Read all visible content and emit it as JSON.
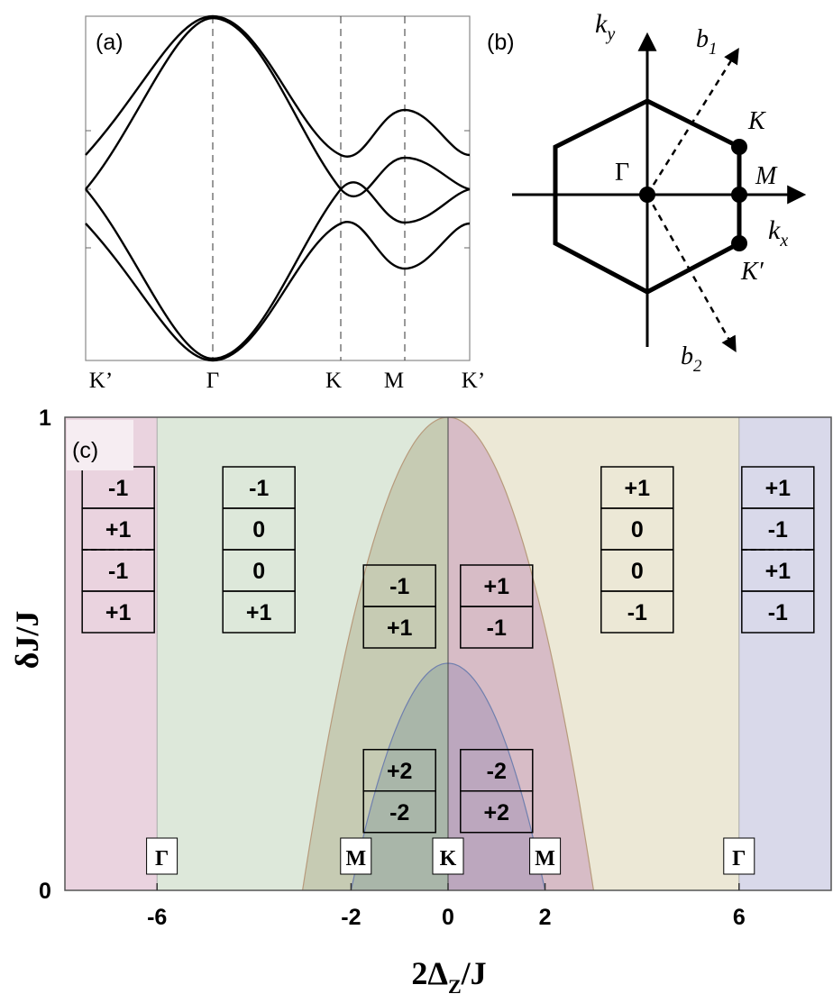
{
  "panel_a": {
    "label": "(a)",
    "ticks": [
      "K’",
      "Γ",
      "K",
      "M",
      "K’"
    ]
  },
  "panel_b": {
    "label": "(b)",
    "axes": {
      "ky": "k",
      "ky_sub": "y",
      "kx": "k",
      "kx_sub": "x"
    },
    "vectors": [
      {
        "name": "b",
        "sub": "1"
      },
      {
        "name": "b",
        "sub": "2"
      }
    ],
    "points": {
      "gamma": "Γ",
      "K": "K",
      "M": "M",
      "Kprime": "K′"
    }
  },
  "chart_data": {
    "type": "phase-diagram",
    "panel_label": "(c)",
    "xlabel": "2Δ",
    "xlabel_sub": "Z",
    "xlabel_tail": "/J",
    "ylabel": "δJ/J",
    "xlim": [
      -7.9,
      7.9
    ],
    "ylim": [
      0,
      1
    ],
    "xticks": [
      "-6",
      "-2",
      "0",
      "2",
      "6"
    ],
    "xtick_values": [
      -6,
      -2,
      0,
      2,
      6
    ],
    "yticks": [
      "0",
      "1"
    ],
    "ytick_values": [
      0,
      1
    ],
    "regions": [
      {
        "x": [
          -7.9,
          -6
        ],
        "color": "#ead3df"
      },
      {
        "x": [
          -6,
          6
        ],
        "color": "#dde8da"
      },
      {
        "x": [
          6,
          7.9
        ],
        "color": "#d9d9ea"
      },
      {
        "x": [
          0,
          6
        ],
        "color": "#ece8d6"
      }
    ],
    "outer_lobe": {
      "x_half_width": 3.0,
      "y_top": 1.0,
      "left_color": "#c6cbb3",
      "right_color": "#d7bcc6"
    },
    "inner_lobe": {
      "x_half_width": 2.0,
      "y_top": 0.48,
      "left_color": "#a9b6a9",
      "right_color": "#bca7be"
    },
    "chern_boxes": [
      {
        "x": -6.8,
        "y": 0.72,
        "values": [
          "-1",
          "+1",
          "-1",
          "+1"
        ],
        "dashed_after": 1
      },
      {
        "x": -3.9,
        "y": 0.72,
        "values": [
          "-1",
          "0",
          "0",
          "+1"
        ]
      },
      {
        "x": -1.0,
        "y": 0.6,
        "values": [
          "-1",
          "+1"
        ]
      },
      {
        "x": 1.0,
        "y": 0.6,
        "values": [
          "+1",
          "-1"
        ]
      },
      {
        "x": -1.0,
        "y": 0.21,
        "values": [
          "+2",
          "-2"
        ]
      },
      {
        "x": 1.0,
        "y": 0.21,
        "values": [
          "-2",
          "+2"
        ]
      },
      {
        "x": 3.9,
        "y": 0.72,
        "values": [
          "+1",
          "0",
          "0",
          "-1"
        ]
      },
      {
        "x": 6.8,
        "y": 0.72,
        "values": [
          "+1",
          "-1",
          "+1",
          "-1"
        ],
        "dashed_after": 1
      }
    ],
    "point_labels": [
      {
        "x": -5.9,
        "text": "Γ"
      },
      {
        "x": -1.9,
        "text": "M"
      },
      {
        "x": 0.0,
        "text": "K"
      },
      {
        "x": 2.0,
        "text": "M"
      },
      {
        "x": 6.0,
        "text": "Γ"
      }
    ]
  }
}
